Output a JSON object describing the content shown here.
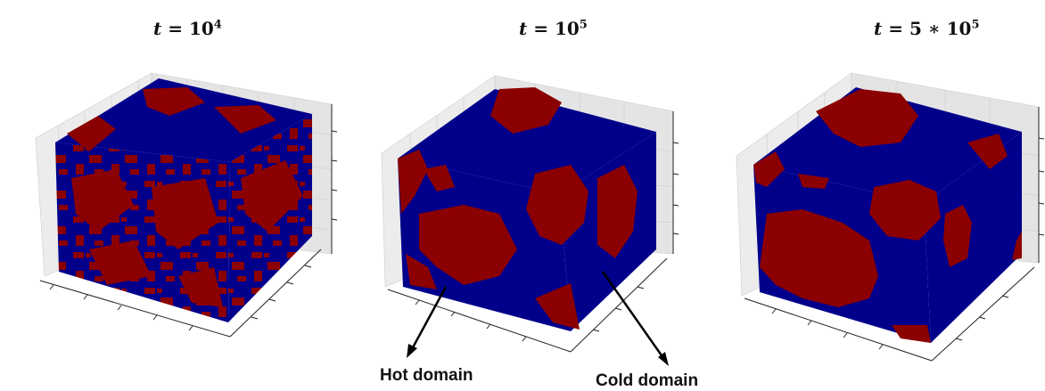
{
  "panels": [
    {
      "label_var": "t",
      "label_eq": "= 10",
      "label_exp": "4"
    },
    {
      "label_var": "t",
      "label_eq": "= 10",
      "label_exp": "5"
    },
    {
      "label_var": "t",
      "label_eq": "= 5 ∗ 10",
      "label_exp": "5"
    }
  ],
  "annotations": {
    "hot": "Hot domain",
    "cold": "Cold domain"
  },
  "colors": {
    "hot": "#8b0000",
    "cold": "#00008b",
    "pane": "#ececec",
    "grid": "#d2d2d2",
    "axis": "#222222"
  }
}
